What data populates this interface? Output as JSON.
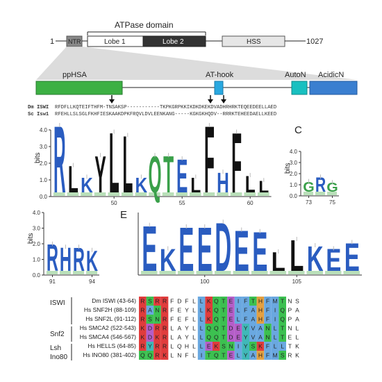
{
  "figure": {
    "domain_title": "ATPase domain",
    "length_start": "1",
    "length_end": "1027",
    "segments": {
      "ntr": "NTR",
      "lobe1": "Lobe 1",
      "lobe2": "Lobe 2",
      "hss": "HSS"
    },
    "subdomains": {
      "pphsa": "ppHSA",
      "athook": "AT-hook",
      "auton": "AutoN",
      "acidicn": "AcidicN"
    },
    "sequence": {
      "label1": "Dm ISWI",
      "seq1": "RFDFLLKQTEIFTHFM-TNSAKSP-----------TKPKGRPKKIKDKDKEKDVADHRHRKTEQEEDEELLAED",
      "label2": "Sc Isw1",
      "seq2": "RFEHLLSLSGLFKHFIESKAAKDPKFRQVLDVLEENKANG-----KGKGKHQDV--RRRKTEHEEDAELLKEED"
    },
    "panels": {
      "c": "C",
      "e": "E"
    },
    "axis": {
      "ylabel": "bits",
      "yticks": [
        "0.0",
        "1.0",
        "2.0",
        "3.0",
        "4.0"
      ]
    },
    "logo_ticks": {
      "main": [
        "50",
        "55",
        "60"
      ],
      "c": [
        "73",
        "75"
      ],
      "bottom_left": [
        "91",
        "94"
      ],
      "e": [
        "100",
        "105"
      ]
    },
    "logos": {
      "main": [
        "R",
        "L",
        "K",
        "Y",
        "L",
        "L",
        "K",
        "Q",
        "T",
        "E",
        "L",
        "F",
        "H",
        "F",
        "L",
        "L"
      ],
      "c": [
        "G",
        "R",
        "G"
      ],
      "bottom_left": [
        "R",
        "H",
        "R",
        "K"
      ],
      "e": [
        "E",
        "K",
        "E",
        "E",
        "D",
        "E",
        "E",
        "L",
        "L",
        "K",
        "E",
        "E"
      ]
    },
    "alignment": {
      "groups": [
        "ISWI",
        "Snf2",
        "Lsh",
        "Ino80"
      ],
      "rows": [
        {
          "name": "Dm ISWI (43-64)",
          "seq": "RSRRFDFLLKQTEIFTHFMTNS"
        },
        {
          "name": "Hs SNF2H (88-109)",
          "seq": "RANRFEYLLKQTELFAHFIQPA"
        },
        {
          "name": "Hs SNF2L (91-112)",
          "seq": "RSNRFEFLLKQTELFAHFIQPA"
        },
        {
          "name": "Hs SMCA2 (522-543)",
          "seq": "KDRRLAYLLQQTDEYVANLTNL"
        },
        {
          "name": "Hs SMCA4 (546-567)",
          "seq": "KDKRLAYLLQQTDEYVANLTEL"
        },
        {
          "name": "Hs HELLS (64-85)",
          "seq": "RYRRLQHLLEKSNIYSKFLLTK"
        },
        {
          "name": "Hs INO80 (381-402)",
          "seq": "QQRKLNFLITQTELYAHFMSRK"
        }
      ]
    }
  },
  "colors": {
    "ntr": "#888888",
    "lobe2": "#333333",
    "pphsa": "#3cb043",
    "athook": "#29a8e0",
    "auton": "#18c0c0",
    "acidicn": "#3a7fd0",
    "logo_blue": "#2a5cc0",
    "logo_black": "#111111",
    "logo_green": "#3aa04a",
    "logo_red": "#d42020"
  }
}
